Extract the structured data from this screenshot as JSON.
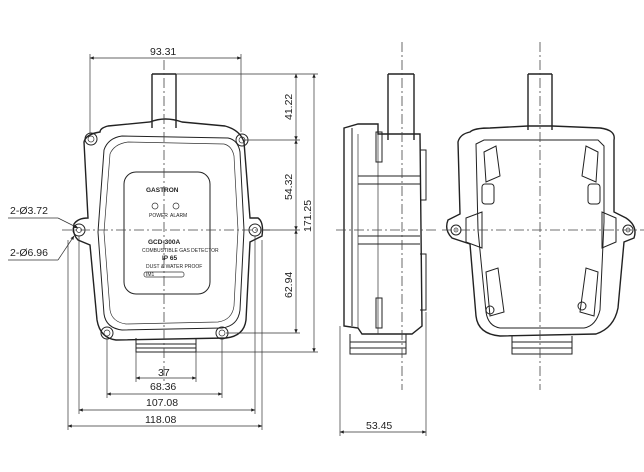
{
  "dimensions": {
    "width_top": "93.31",
    "height_antenna": "41.22",
    "height_mid": "54.32",
    "height_low": "62.94",
    "height_total": "171.25",
    "hole_small": "2-Ø3.72",
    "hole_large": "2-Ø6.96",
    "thread_width": "37",
    "bottom_width": "68.36",
    "mount_width": "107.08",
    "overall_width": "118.08",
    "side_depth": "53.45"
  },
  "panel": {
    "logo": "GASTRON",
    "led_left": "POWER",
    "led_right": "ALARM",
    "model": "GCD-300A",
    "desc": "COMBUSTIBLE GAS DETECTOR",
    "ip": "IP 65",
    "sub": "DUST & WATER PROOF",
    "tag": "IM1"
  }
}
